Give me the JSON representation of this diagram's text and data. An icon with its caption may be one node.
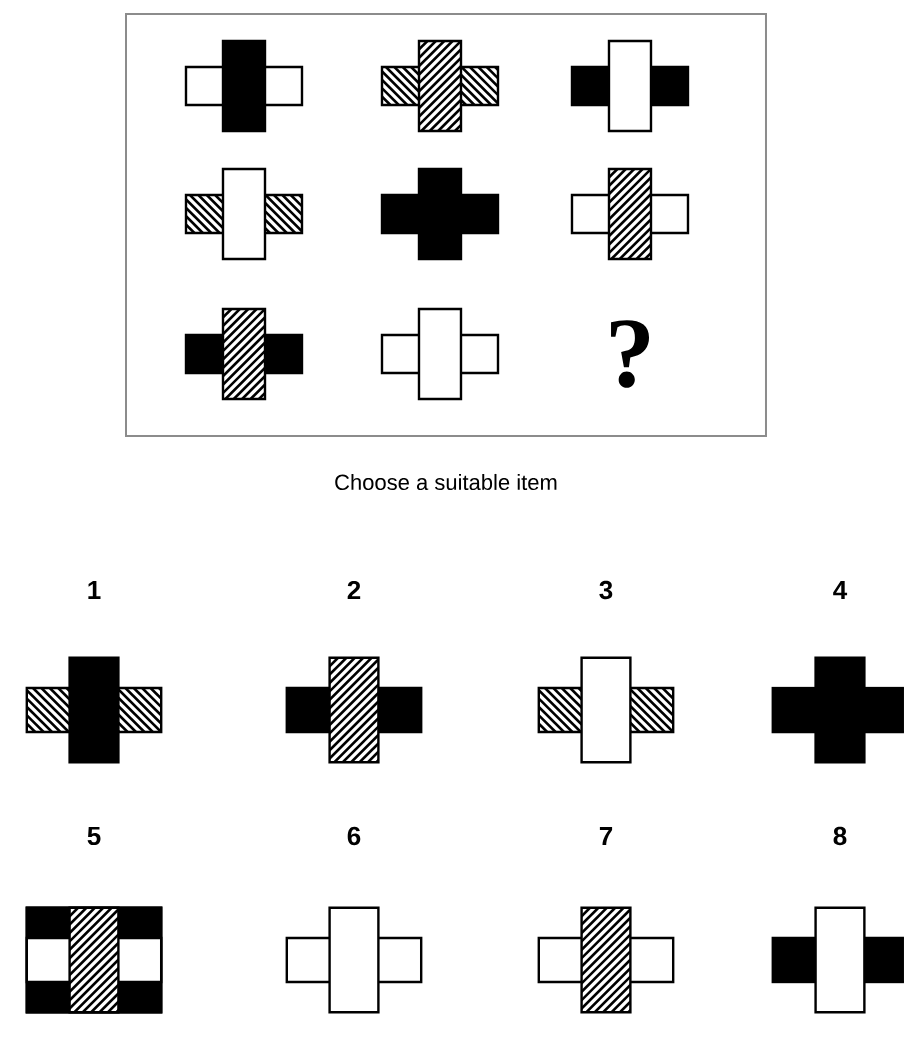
{
  "diagram": {
    "labels": [
      "?",
      "Choose a suitable item",
      "1",
      "2",
      "3",
      "4",
      "5",
      "6",
      "7",
      "8"
    ]
  }
}
